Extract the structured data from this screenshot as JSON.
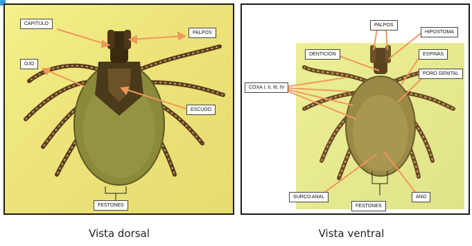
{
  "dorsal": {
    "caption": "Vista dorsal",
    "labels": {
      "capitulo": "CAPITULO",
      "palpos": "PALPOS",
      "ojo": "OJO",
      "escudo": "ESCUDO",
      "festones": "FESTONES"
    }
  },
  "ventral": {
    "caption": "Vista ventral",
    "labels": {
      "palpos": "PALPOS",
      "hipostoma": "HIPOSTOMA",
      "denticion": "DENTICIÓN",
      "espinas": "ESPINAS",
      "poro_genital": "PORO GENITAL",
      "coxa": "COXA I, II, III, IV",
      "surco_anal": "SURCO ANAL",
      "festones": "FESTONES",
      "ano": "ANO"
    }
  },
  "colors": {
    "arrow": "#f2975a",
    "tick_body": "#7a7a32",
    "tick_dark": "#4a3a1a"
  }
}
